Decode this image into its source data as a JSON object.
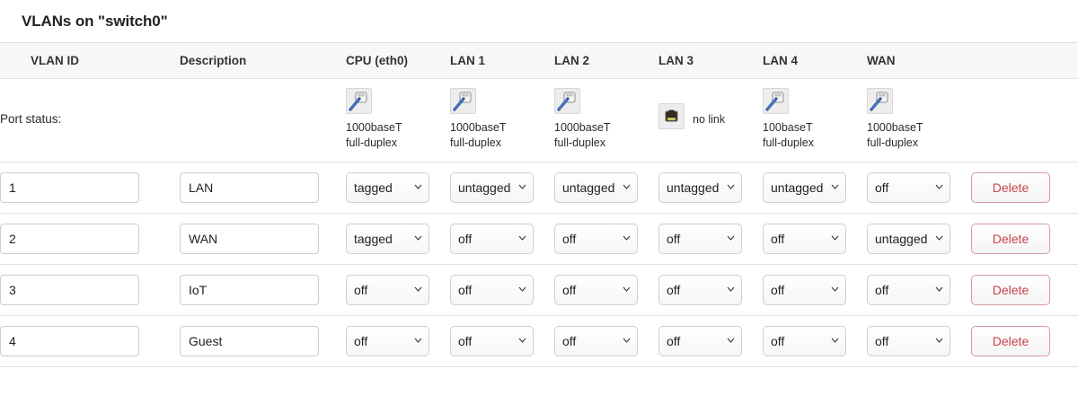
{
  "page_title": "VLANs on \"switch0\"",
  "table": {
    "headers": [
      "VLAN ID",
      "Description",
      "CPU (eth0)",
      "LAN 1",
      "LAN 2",
      "LAN 3",
      "LAN 4",
      "WAN",
      ""
    ],
    "port_status_label": "Port status:",
    "ports": [
      {
        "name": "CPU (eth0)",
        "icon": "network-cable-connected-icon",
        "speed": "1000baseT",
        "duplex": "full-duplex",
        "linked": true
      },
      {
        "name": "LAN 1",
        "icon": "network-cable-connected-icon",
        "speed": "1000baseT",
        "duplex": "full-duplex",
        "linked": true
      },
      {
        "name": "LAN 2",
        "icon": "network-cable-connected-icon",
        "speed": "1000baseT",
        "duplex": "full-duplex",
        "linked": true
      },
      {
        "name": "LAN 3",
        "icon": "network-jack-empty-icon",
        "speed": "no link",
        "duplex": "",
        "linked": false
      },
      {
        "name": "LAN 4",
        "icon": "network-cable-connected-icon",
        "speed": "100baseT",
        "duplex": "full-duplex",
        "linked": true
      },
      {
        "name": "WAN",
        "icon": "network-cable-connected-icon",
        "speed": "1000baseT",
        "duplex": "full-duplex",
        "linked": true
      }
    ],
    "port_options": [
      "off",
      "untagged",
      "tagged"
    ],
    "delete_label": "Delete",
    "rows": [
      {
        "vlan_id": "1",
        "description": "LAN",
        "cpu": "tagged",
        "lan1": "untagged",
        "lan2": "untagged",
        "lan3": "untagged",
        "lan4": "untagged",
        "wan": "off"
      },
      {
        "vlan_id": "2",
        "description": "WAN",
        "cpu": "tagged",
        "lan1": "off",
        "lan2": "off",
        "lan3": "off",
        "lan4": "off",
        "wan": "untagged"
      },
      {
        "vlan_id": "3",
        "description": "IoT",
        "cpu": "off",
        "lan1": "off",
        "lan2": "off",
        "lan3": "off",
        "lan4": "off",
        "wan": "off"
      },
      {
        "vlan_id": "4",
        "description": "Guest",
        "cpu": "off",
        "lan1": "off",
        "lan2": "off",
        "lan3": "off",
        "lan4": "off",
        "wan": "off"
      }
    ]
  },
  "colors": {
    "header_bg": "#f7f7f7",
    "border": "#e2e2e2",
    "delete_text": "#c9444a",
    "delete_border": "#d99a9d"
  }
}
